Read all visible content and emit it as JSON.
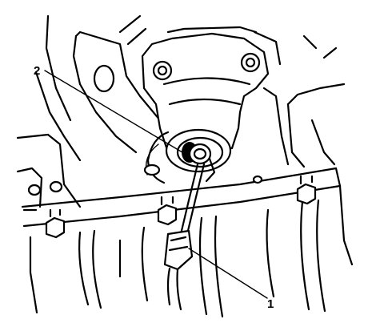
{
  "diagram": {
    "callouts": [
      {
        "id": "callout-1",
        "label": "1"
      },
      {
        "id": "callout-2",
        "label": "2"
      }
    ],
    "colors": {
      "line": "#000000",
      "background": "#ffffff"
    }
  }
}
